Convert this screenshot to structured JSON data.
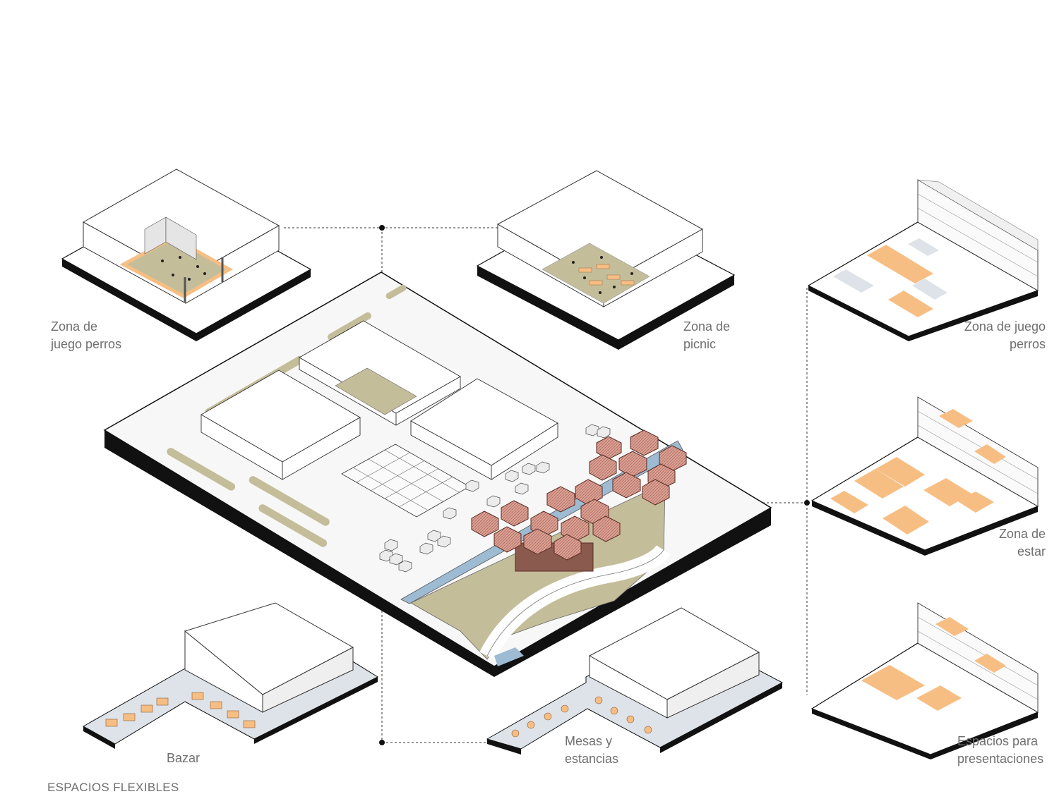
{
  "title": "ESPACIOS FLEXIBLES",
  "labels": {
    "dog_zone_left": [
      "Zona de",
      "juego perros"
    ],
    "picnic": [
      "Zona de",
      "picnic"
    ],
    "dog_zone_right": [
      "Zona de juego",
      "perros"
    ],
    "rest_zone": [
      "Zona de",
      "estar"
    ],
    "presentations": [
      "Espacios para",
      "presentaciones"
    ],
    "bazaar": [
      "Bazar"
    ],
    "tables": [
      "Mesas y",
      "estancias"
    ]
  },
  "colors": {
    "orange": "#f7be84",
    "olive": "#c4bd9a",
    "water": "#9dbbd3",
    "canopy": "#c98a7c",
    "pale_blue": "#dde3e8",
    "text": "#6f6f6f"
  }
}
